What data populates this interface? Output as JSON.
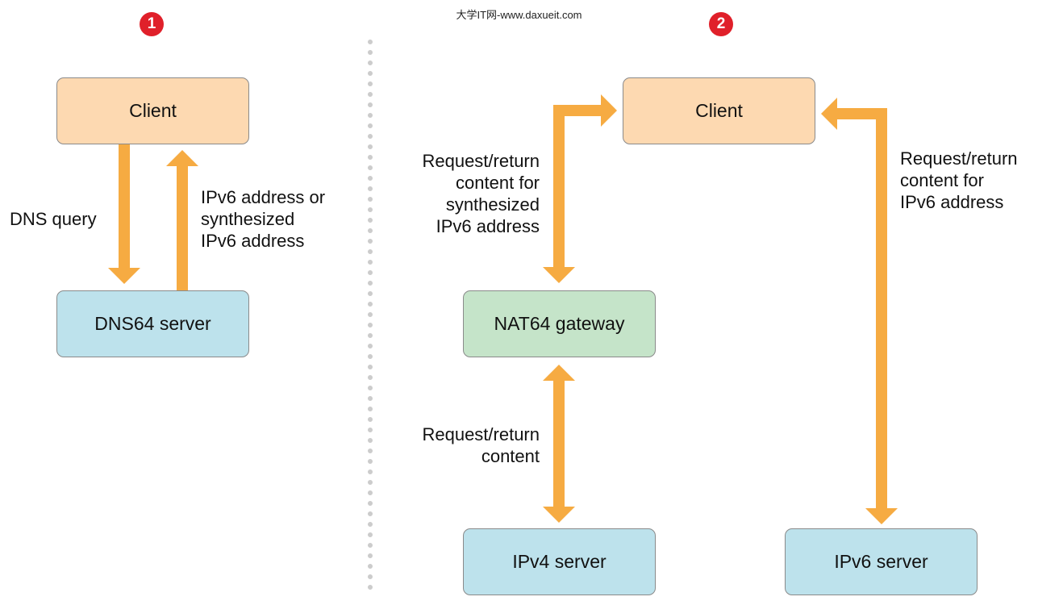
{
  "watermark": "大学IT网-www.daxueit.com",
  "panels": [
    {
      "badge": "1"
    },
    {
      "badge": "2"
    }
  ],
  "nodes": {
    "client_left": "Client",
    "dns64_server": "DNS64 server",
    "client_right": "Client",
    "nat64_gateway": "NAT64 gateway",
    "ipv4_server": "IPv4 server",
    "ipv6_server": "IPv6 server"
  },
  "labels": {
    "dns_query": "DNS query",
    "ipv6_address_or": "IPv6 address or\nsynthesized\nIPv6 address",
    "request_synth": "Request/return\ncontent for\nsynthesized\nIPv6 address",
    "request_content": "Request/return\ncontent",
    "request_ipv6": "Request/return\ncontent for\nIPv6 address"
  },
  "colors": {
    "arrow": "#f6ab42",
    "badge": "#e0202a",
    "client_fill": "#fdd9b1",
    "server_fill": "#bde2ec",
    "gateway_fill": "#c5e4c9",
    "divider": "#cccccc"
  }
}
